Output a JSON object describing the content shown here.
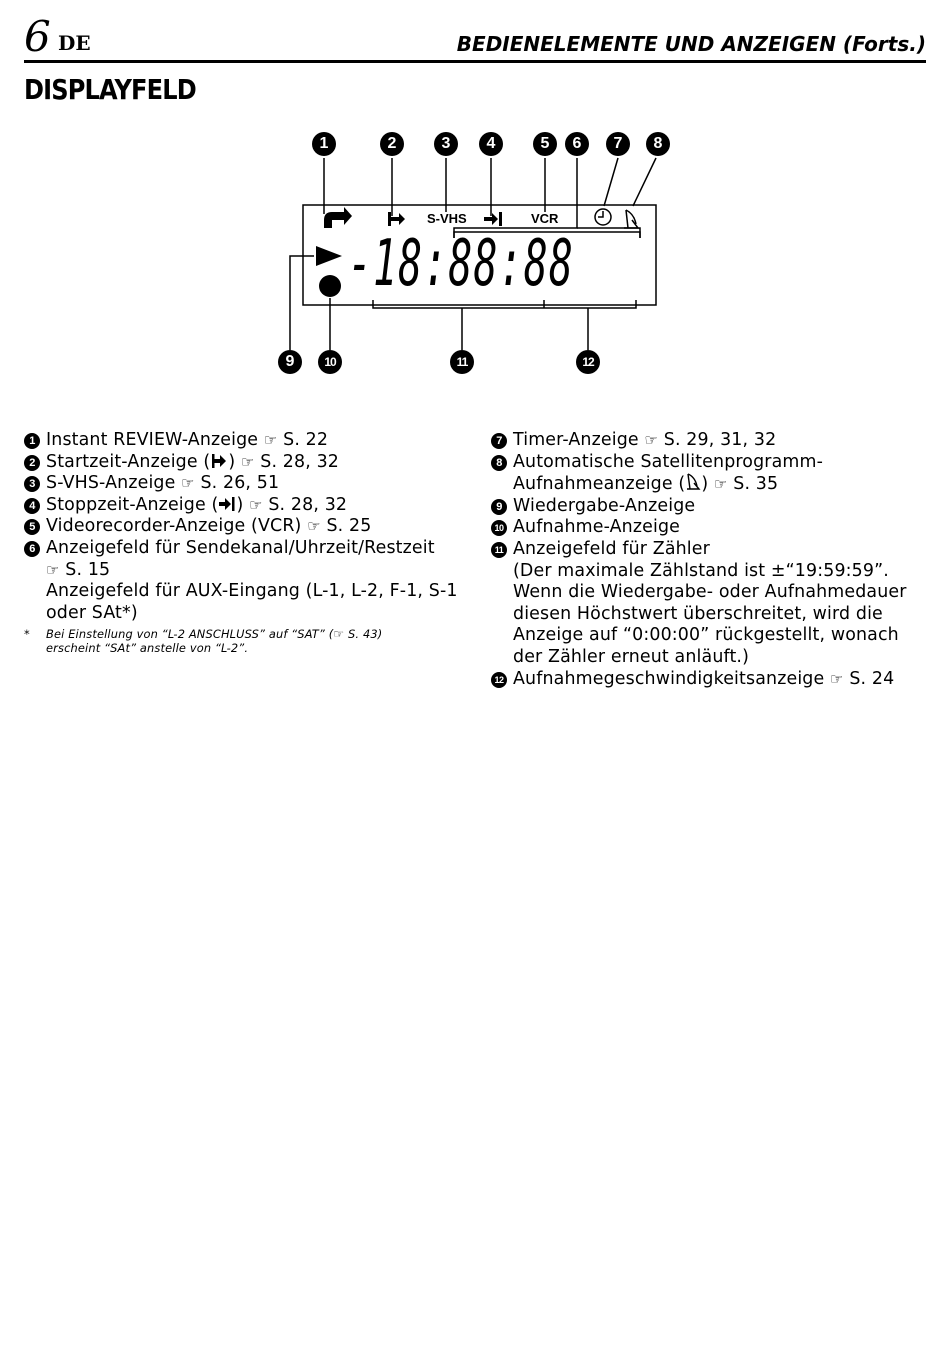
{
  "header": {
    "page_number": "6",
    "language": "DE",
    "title": "BEDIENELEMENTE UND ANZEIGEN (Forts.)"
  },
  "section_title": "DISPLAYFELD",
  "diagram": {
    "callouts": [
      "1",
      "2",
      "3",
      "4",
      "5",
      "6",
      "7",
      "8",
      "9",
      "10",
      "11",
      "12"
    ],
    "lcd": {
      "svhs_label": "S-VHS",
      "vcr_label": "VCR",
      "minus_sign": "-",
      "digits": "18:88:88"
    }
  },
  "icons": {
    "pointer": "hand-pointer-icon",
    "start_time": "start-arrow-icon",
    "stop_time": "stop-arrow-icon",
    "satellite": "satellite-dish-icon"
  },
  "items_left": [
    {
      "num": "1",
      "text": "Instant REVIEW-Anzeige",
      "ref": "S. 22"
    },
    {
      "num": "2",
      "pre": "Startzeit-Anzeige (",
      "post": ")",
      "ref": "S. 28, 32"
    },
    {
      "num": "3",
      "text": "S-VHS-Anzeige",
      "ref": "S. 26, 51"
    },
    {
      "num": "4",
      "pre": "Stoppzeit-Anzeige (",
      "post": ")",
      "ref": "S. 28, 32"
    },
    {
      "num": "5",
      "text": "Videorecorder-Anzeige (VCR)",
      "ref": "S. 25"
    },
    {
      "num": "6",
      "text": "Anzeigefeld für Sendekanal/Uhrzeit/Restzeit",
      "ref": "S. 15",
      "extra": "Anzeigefeld für AUX-Eingang (L-1, L-2, F-1, S-1 oder SAt*)"
    }
  ],
  "footnote": {
    "star": "*",
    "pre": "Bei Einstellung von “L-2 ANSCHLUSS” auf “SAT” (",
    "ref": "S. 43)",
    "post": "erscheint “SAt” anstelle von “L-2”."
  },
  "items_right": [
    {
      "num": "7",
      "text": "Timer-Anzeige",
      "ref": "S. 29, 31, 32"
    },
    {
      "num": "8",
      "line1": "Automatische Satellitenprogramm-",
      "pre": "Aufnahmeanzeige (",
      "post": ")",
      "ref": "S. 35"
    },
    {
      "num": "9",
      "text": "Wiedergabe-Anzeige"
    },
    {
      "num": "10",
      "text": "Aufnahme-Anzeige"
    },
    {
      "num": "11",
      "text": "Anzeigefeld für Zähler",
      "extra": "(Der maximale Zählstand ist ±“19:59:59”. Wenn die Wiedergabe- oder Aufnahmedauer diesen Höchstwert überschreitet, wird die Anzeige auf “0:00:00” rückgestellt, wonach der Zähler erneut anläuft.)"
    },
    {
      "num": "12",
      "text": "Aufnahmegeschwindigkeitsanzeige",
      "ref": "S. 24"
    }
  ],
  "pointer_glyph": "☞"
}
